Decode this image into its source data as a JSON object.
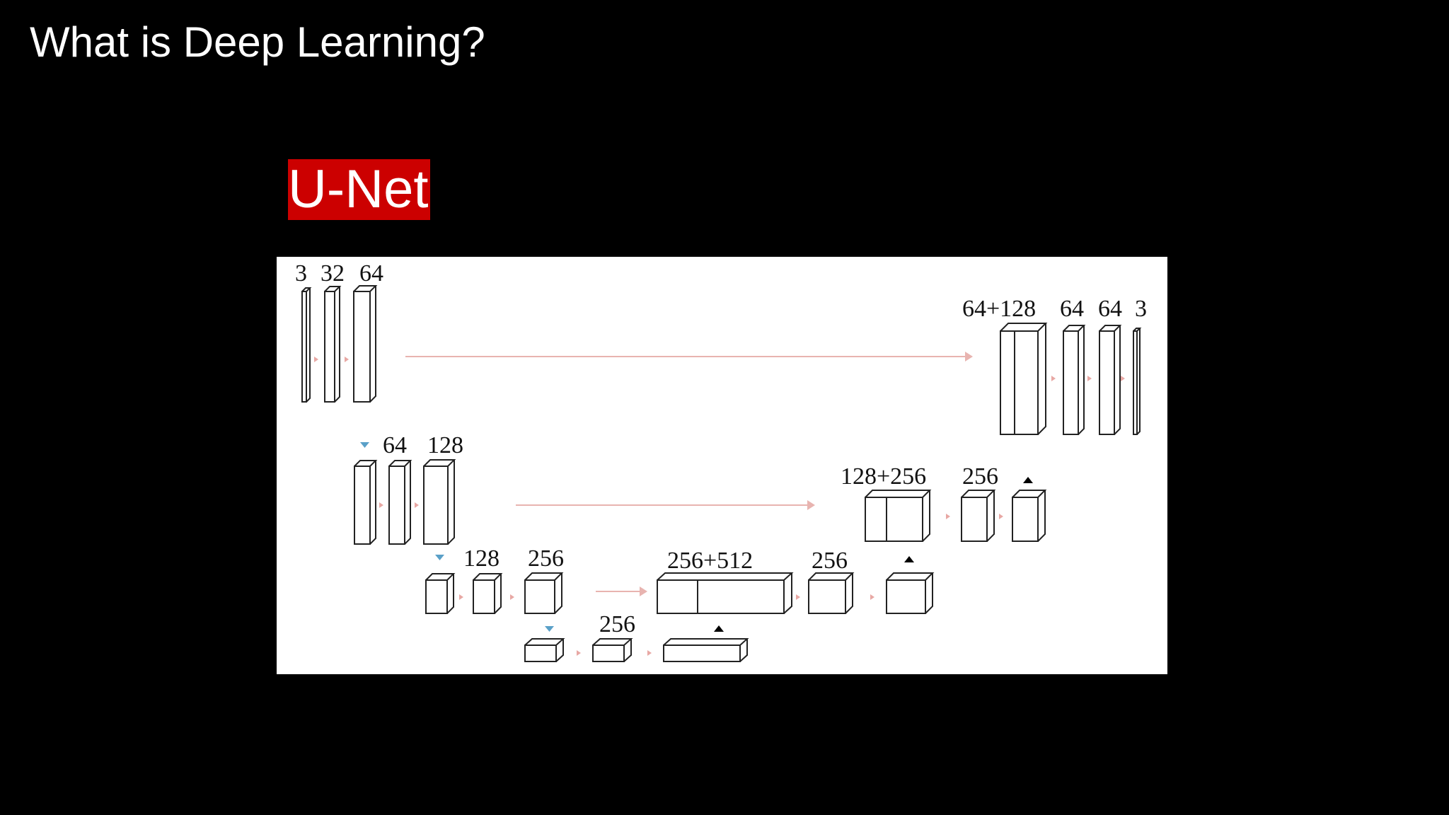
{
  "slide": {
    "title": "What is Deep Learning?",
    "highlight_label": "U-Net",
    "highlight_color": "#cc0000"
  },
  "diagram": {
    "labels": {
      "l1_3": "3",
      "l1_32": "32",
      "l1_64": "64",
      "l2_64": "64",
      "l2_128": "128",
      "l3_128": "128",
      "l3_256": "256",
      "l4_256": "256",
      "r3_cat": "256+512",
      "r3_256": "256",
      "r2_cat": "128+256",
      "r2_256": "256",
      "r1_cat": "64+128",
      "r1_64a": "64",
      "r1_64b": "64",
      "r1_3": "3"
    },
    "colors": {
      "skip_arrow": "#e8b4b0",
      "conv_arrow": "#e8a8a4",
      "pool_marker": "#5aa0c8",
      "upsample_marker": "#000000"
    }
  }
}
